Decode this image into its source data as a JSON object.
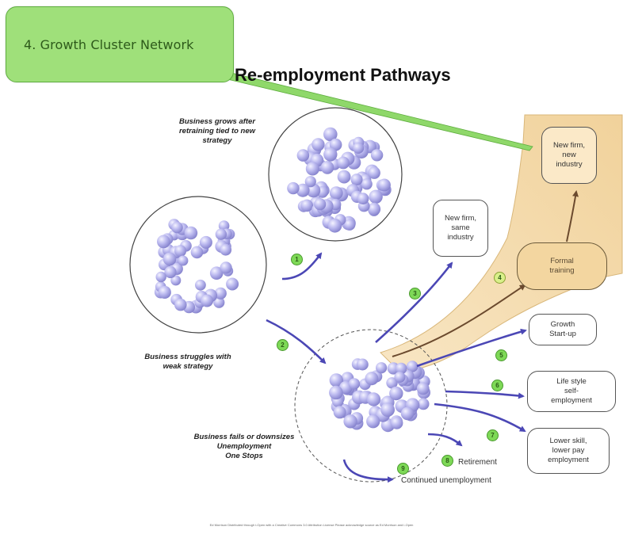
{
  "callout": {
    "text": "4. Growth Cluster Network"
  },
  "title": "Re-employment Pathways",
  "notes": {
    "grows": [
      "Business grows after",
      "retraining tied to new",
      "strategy"
    ],
    "struggles": [
      "Business struggles with",
      "weak strategy"
    ],
    "fails": [
      "Business fails or downsizes",
      "Unemployment",
      "One Stops"
    ]
  },
  "boxes": {
    "new_firm_new_industry": "New firm,\nnew\nindustry",
    "new_firm_same_industry": "New firm,\nsame\nindustry",
    "formal_training": "Formal\ntraining",
    "growth_startup": "Growth\nStart-up",
    "lifestyle": "Life style\nself-\nemployment",
    "lower_skill": "Lower skill,\nlower pay\nemployment"
  },
  "labels": {
    "retirement": "Retirement",
    "continued_unemployment": "Continued unemployment"
  },
  "badges": [
    "1",
    "2",
    "3",
    "4",
    "5",
    "6",
    "7",
    "8",
    "9"
  ],
  "footer": "Ed Morrison Distributed through i-Open with a Creative Commons 3.0 Attribution License Please acknowledge source as Ed Morrison and i-Open",
  "colors": {
    "callout_fill": "#9fe07a",
    "badge_green": "#7ed957",
    "arrow_blue": "#4b47b5",
    "training_band": "#f4d9a6",
    "sphere": "#b8b6ee"
  }
}
